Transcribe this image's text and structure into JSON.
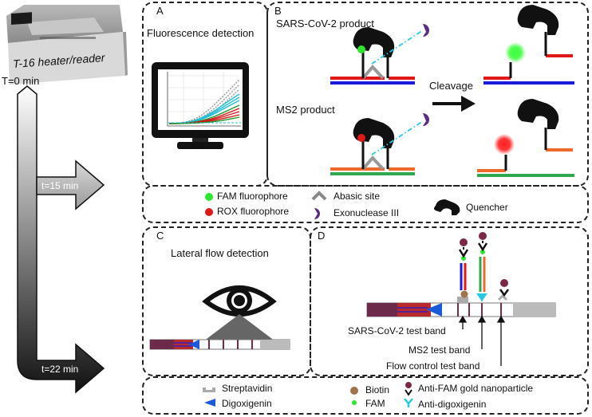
{
  "device": {
    "label": "T-16 heater/reader"
  },
  "timeline": {
    "start": "T=0 min",
    "mid": "t=15 min",
    "end": "t=22 min"
  },
  "panels": {
    "a": {
      "letter": "A",
      "title": "Fluorescence detection"
    },
    "b": {
      "letter": "B",
      "sars_label": "SARS-CoV-2 product",
      "ms2_label": "MS2 product",
      "cleavage_label": "Cleavage"
    },
    "c": {
      "letter": "C",
      "title": "Lateral flow detection"
    },
    "d": {
      "letter": "D",
      "sars_band": "SARS-CoV-2 test band",
      "ms2_band": "MS2 test band",
      "control_band": "Flow control test band"
    }
  },
  "legend_top": {
    "fam": "FAM fluorophore",
    "rox": "ROX fluorophore",
    "abasic": "Abasic site",
    "exo": "Exonuclease III",
    "quencher": "Quencher"
  },
  "legend_bottom": {
    "streptavidin": "Streptavidin",
    "digoxigenin": "Digoxigenin",
    "biotin": "Biotin",
    "fam": "FAM",
    "anti_fam": "Anti-FAM gold nanoparticle",
    "anti_dig": "Anti-digoxigenin"
  },
  "colors": {
    "fam_green": "#2ee62e",
    "rox_red": "#e01818",
    "strand_red": "#e01818",
    "strand_blue": "#1a1ad8",
    "strand_orange": "#ee6a28",
    "strand_green": "#2fa84f",
    "exo_purple": "#5a2d82",
    "gold": "#7a2846",
    "cyan": "#29c7e6"
  }
}
